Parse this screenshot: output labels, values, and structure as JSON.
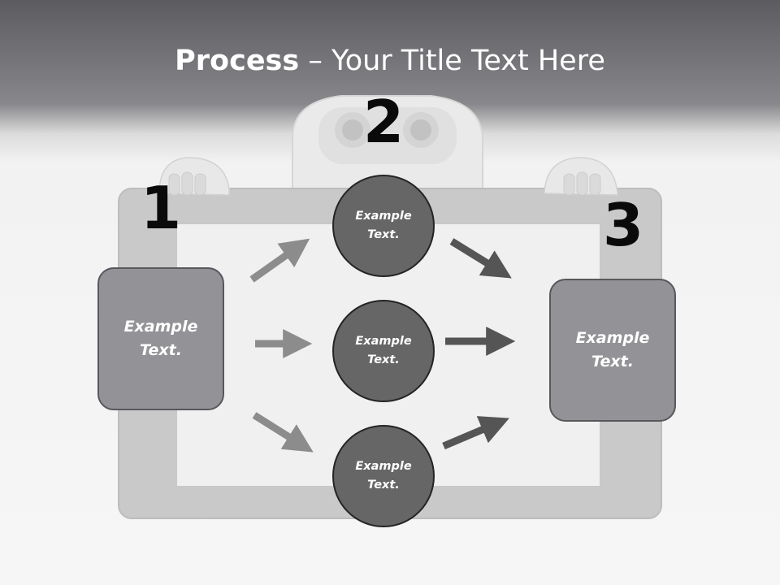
{
  "title": {
    "bold": "Process",
    "rest": " – Your Title Text Here"
  },
  "steps": [
    {
      "number": "1",
      "text": "Example Text."
    },
    {
      "number": "2",
      "items": [
        "Example Text.",
        "Example Text.",
        "Example Text."
      ]
    },
    {
      "number": "3",
      "text": "Example Text."
    }
  ],
  "colors": {
    "box_fill": "#939397",
    "circle_fill": "#666666",
    "arrow_light": "#8c8c8c",
    "arrow_dark": "#555555"
  }
}
